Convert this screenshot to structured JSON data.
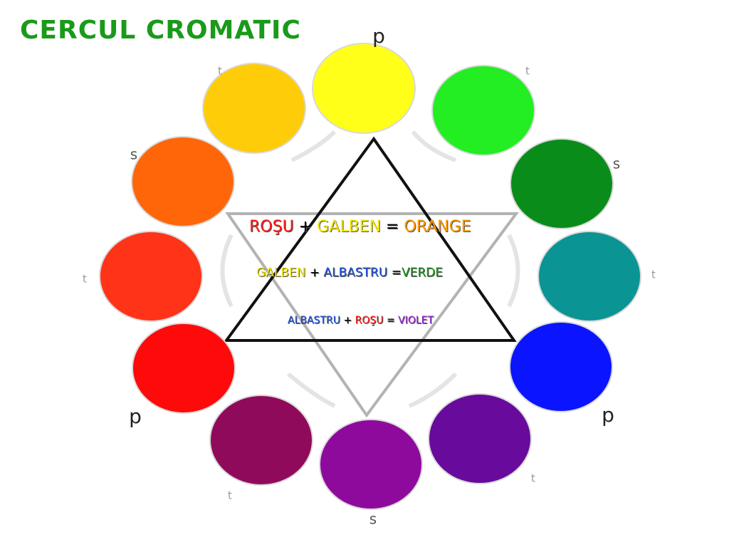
{
  "title": "CERCUL CROMATIC",
  "wheel": [
    {
      "label": "p",
      "color": "#ffff1a"
    },
    {
      "label": "t",
      "color": "#22ee22"
    },
    {
      "label": "s",
      "color": "#0a8c1a"
    },
    {
      "label": "t",
      "color": "#0a9494"
    },
    {
      "label": "p",
      "color": "#0a14ff"
    },
    {
      "label": "t",
      "color": "#680a9c"
    },
    {
      "label": "s",
      "color": "#8e0a9c"
    },
    {
      "label": "t",
      "color": "#900a5c"
    },
    {
      "label": "p",
      "color": "#ff0a0a"
    },
    {
      "label": "t",
      "color": "#ff3318"
    },
    {
      "label": "s",
      "color": "#ff660a"
    },
    {
      "label": "t",
      "color": "#ffcc0a"
    }
  ],
  "equations": {
    "eq1": {
      "a": "ROŞU",
      "plus": "+",
      "b": "GALBEN",
      "eq": "=",
      "result": "ORANGE"
    },
    "eq2": {
      "a": "GALBEN",
      "plus": "+",
      "b": "ALBASTRU",
      "eq": "=",
      "result": "VERDE"
    },
    "eq3": {
      "a": "ALBASTRU",
      "plus": "+",
      "b": "ROŞU",
      "eq": "=",
      "result": "VIOLET"
    }
  }
}
